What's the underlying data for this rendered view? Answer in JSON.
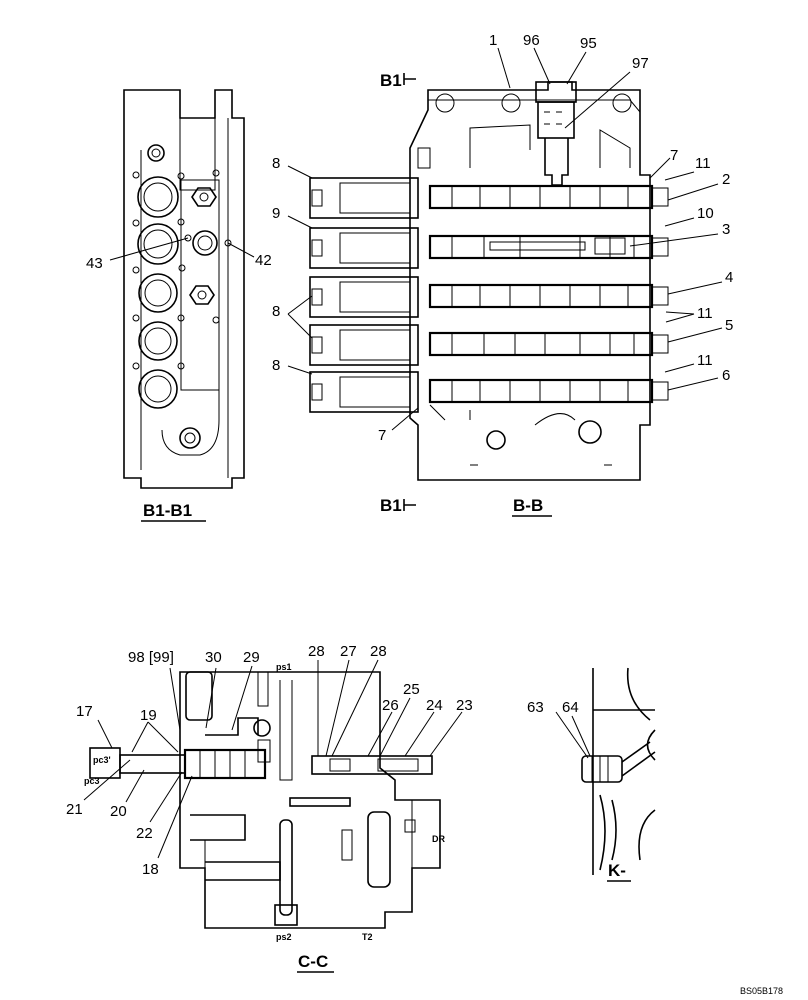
{
  "views": {
    "b1b1": {
      "title": "B1-B1"
    },
    "bb": {
      "title": "B-B",
      "section_top": "B1",
      "section_bottom": "B1"
    },
    "cc": {
      "title": "C-C",
      "port_ps1": "ps1",
      "port_ps2": "ps2",
      "port_t2": "T2",
      "port_dr": "DR",
      "port_pc3p": "pc3'",
      "port_pc3": "pc3"
    },
    "k": {
      "title": "K-"
    }
  },
  "callouts": {
    "b1b1": {
      "c43": "43",
      "c42": "42"
    },
    "bb": {
      "c1": "1",
      "c96": "96",
      "c95": "95",
      "c97": "97",
      "c7a": "7",
      "c11a": "11",
      "c2": "2",
      "c10": "10",
      "c3": "3",
      "c4": "4",
      "c11b": "11",
      "c5": "5",
      "c11c": "11",
      "c6": "6",
      "c8a": "8",
      "c9": "9",
      "c8b": "8",
      "c8c": "8",
      "c7b": "7"
    },
    "cc": {
      "c98": "98 [99]",
      "c30": "30",
      "c29": "29",
      "c28a": "28",
      "c27": "27",
      "c28b": "28",
      "c25": "25",
      "c26": "26",
      "c24": "24",
      "c23": "23",
      "c17": "17",
      "c19": "19",
      "c21": "21",
      "c20": "20",
      "c22": "22",
      "c18": "18"
    },
    "k": {
      "c63": "63",
      "c64": "64"
    }
  },
  "reference": "BS05B178"
}
